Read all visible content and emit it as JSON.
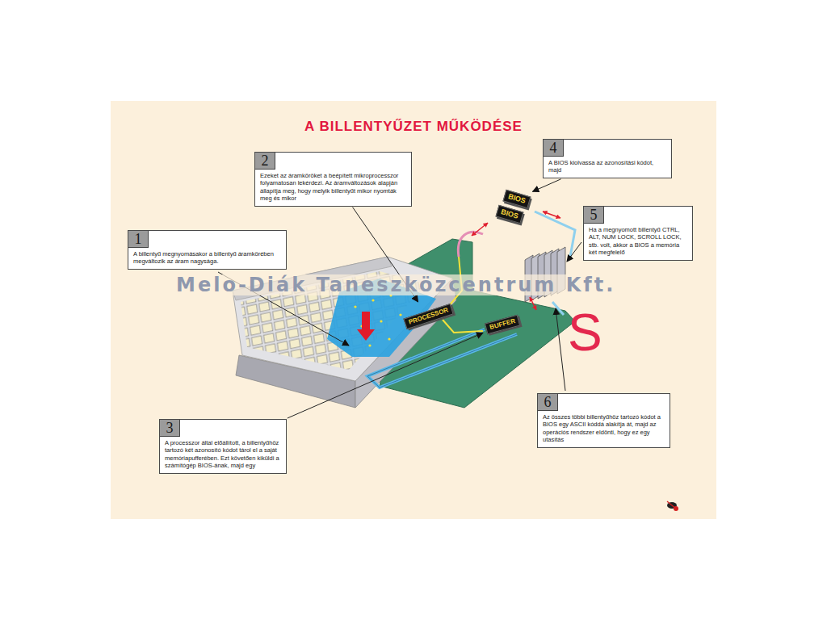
{
  "diagram": {
    "title": "A BILLENTYŰZET MŰKÖDÉSE",
    "nodes": [
      {
        "text": [
          "1",
          "A billentyű megnyomásakor a billentyű áramkörében megváltozik az áram nagysága."
        ]
      },
      {
        "text": [
          "2",
          "Ezeket az áramköröket a beépített mikroprocesszor folyamatosan lekérdezi. Az áramváltozások alapján állapítja meg, hogy melyik billentyűt mikor nyomták meg és mikor"
        ]
      },
      {
        "text": [
          "3",
          "A processzor által előállított, a billentyűhöz tartozó két azonosító kódot tárol el a saját memóriapufferében. Ezt követően kiküldi a számítógép BIOS-ának, majd egy"
        ]
      },
      {
        "text": [
          "4",
          "A BIOS kiolvassa az azonosítási kódot, majd"
        ]
      },
      {
        "text": [
          "5",
          "Ha a megnyomott billentyű CTRL, ALT, NUM LOCK, SCROLL LOCK, stb. volt, akkor a BIOS a memória két megfelelő"
        ]
      },
      {
        "text": [
          "6",
          "Az összes többi billentyűhöz tartozó kódot a BIOS egy ASCII kóddá alakítja át, majd az operációs rendszer eldönti, hogy ez egy utasítás"
        ]
      },
      {
        "text": [
          "PROCESSOR"
        ]
      },
      {
        "text": [
          "BUFFER"
        ]
      },
      {
        "text": [
          "BIOS"
        ]
      },
      {
        "text": [
          "BIOS"
        ]
      }
    ],
    "edges": [
      {
        "from": 1,
        "to": 6,
        "arrow": "to"
      },
      {
        "from": 2,
        "to": 7,
        "arrow": "to"
      },
      {
        "from": 3,
        "to": 8,
        "arrow": "to"
      }
    ],
    "labels": [
      "S",
      "Melo-Diák Taneszközcentrum Kft."
    ]
  }
}
